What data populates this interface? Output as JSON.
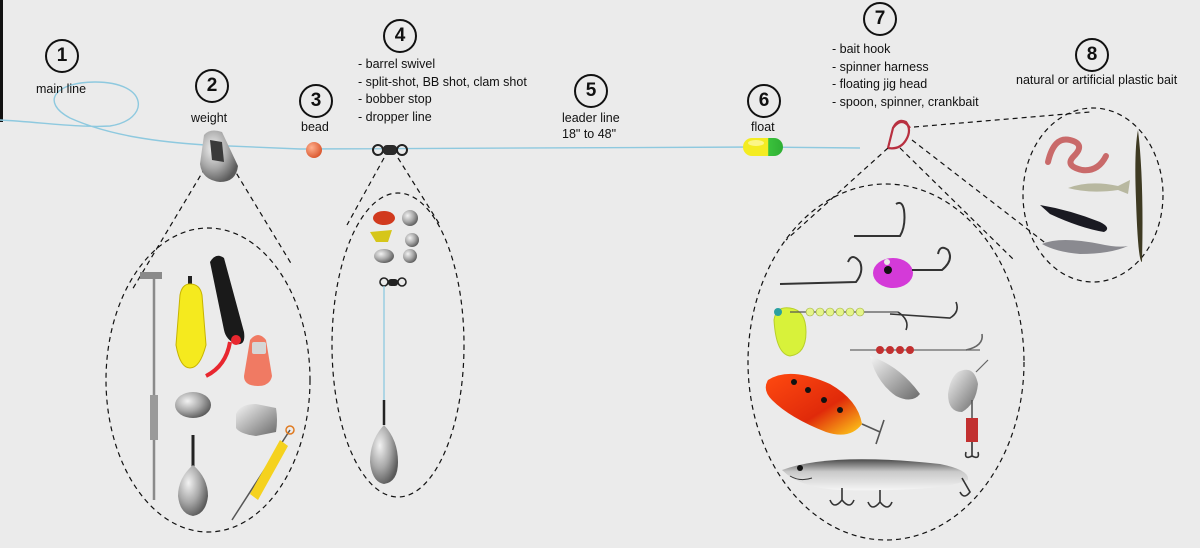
{
  "components": [
    {
      "number": "1",
      "label": "main line"
    },
    {
      "number": "2",
      "label": "weight"
    },
    {
      "number": "3",
      "label": "bead"
    },
    {
      "number": "4",
      "items": [
        "- barrel swivel",
        "- split-shot, BB shot, clam shot",
        "- bobber stop",
        "- dropper line"
      ]
    },
    {
      "number": "5",
      "label": "leader line",
      "sublabel": "18\" to 48\""
    },
    {
      "number": "6",
      "label": "float"
    },
    {
      "number": "7",
      "items": [
        "- bait hook",
        "- spinner harness",
        "- floating jig head",
        "- spoon, spinner, crankbait"
      ]
    },
    {
      "number": "8",
      "label": "natural or artificial plastic bait"
    }
  ],
  "colors": {
    "background": "#ebebeb",
    "line": "#8ec9df",
    "bead": "#e8704a",
    "float_yellow": "#f2e820",
    "float_green": "#38c43a",
    "hook_red": "#b83040",
    "lead": "#9a9a9a"
  },
  "icons": {
    "weight": "sliding-sinker-icon",
    "bead": "bead-icon",
    "swivel": "barrel-swivel-icon",
    "float": "float-icon",
    "hook": "hook-icon"
  }
}
